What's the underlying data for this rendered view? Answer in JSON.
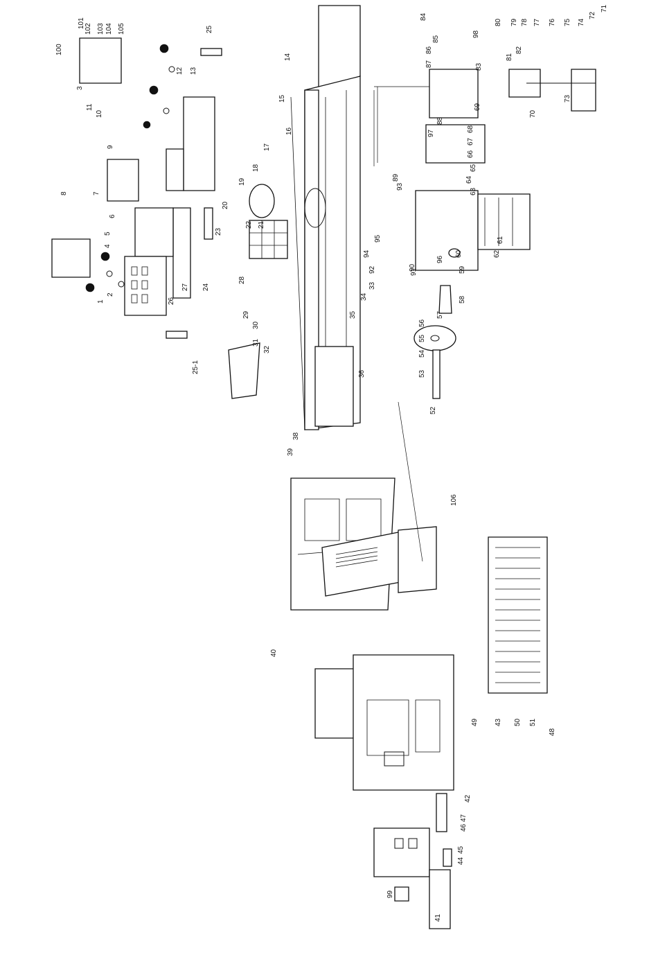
{
  "diagram": {
    "callouts": [
      "1",
      "2",
      "3",
      "4",
      "5",
      "6",
      "7",
      "8",
      "9",
      "10",
      "11",
      "12",
      "13",
      "14",
      "15",
      "16",
      "17",
      "18",
      "19",
      "20",
      "21",
      "22",
      "23",
      "24",
      "25",
      "25-1",
      "26",
      "27",
      "28",
      "29",
      "30",
      "31",
      "32",
      "33",
      "34",
      "35",
      "36",
      "38",
      "39",
      "40",
      "41",
      "42",
      "43",
      "44",
      "45",
      "46",
      "47",
      "48",
      "49",
      "50",
      "51",
      "52",
      "53",
      "54",
      "55",
      "56",
      "57",
      "58",
      "59",
      "60",
      "61",
      "62",
      "63",
      "64",
      "65",
      "66",
      "67",
      "68",
      "69",
      "70",
      "71",
      "72",
      "73",
      "74",
      "75",
      "76",
      "77",
      "78",
      "79",
      "80",
      "81",
      "82",
      "83",
      "84",
      "85",
      "86",
      "87",
      "88",
      "89",
      "90",
      "91",
      "92",
      "93",
      "94",
      "95",
      "96",
      "97",
      "98",
      "99",
      "100",
      "101",
      "102",
      "103",
      "104",
      "105",
      "106"
    ]
  }
}
